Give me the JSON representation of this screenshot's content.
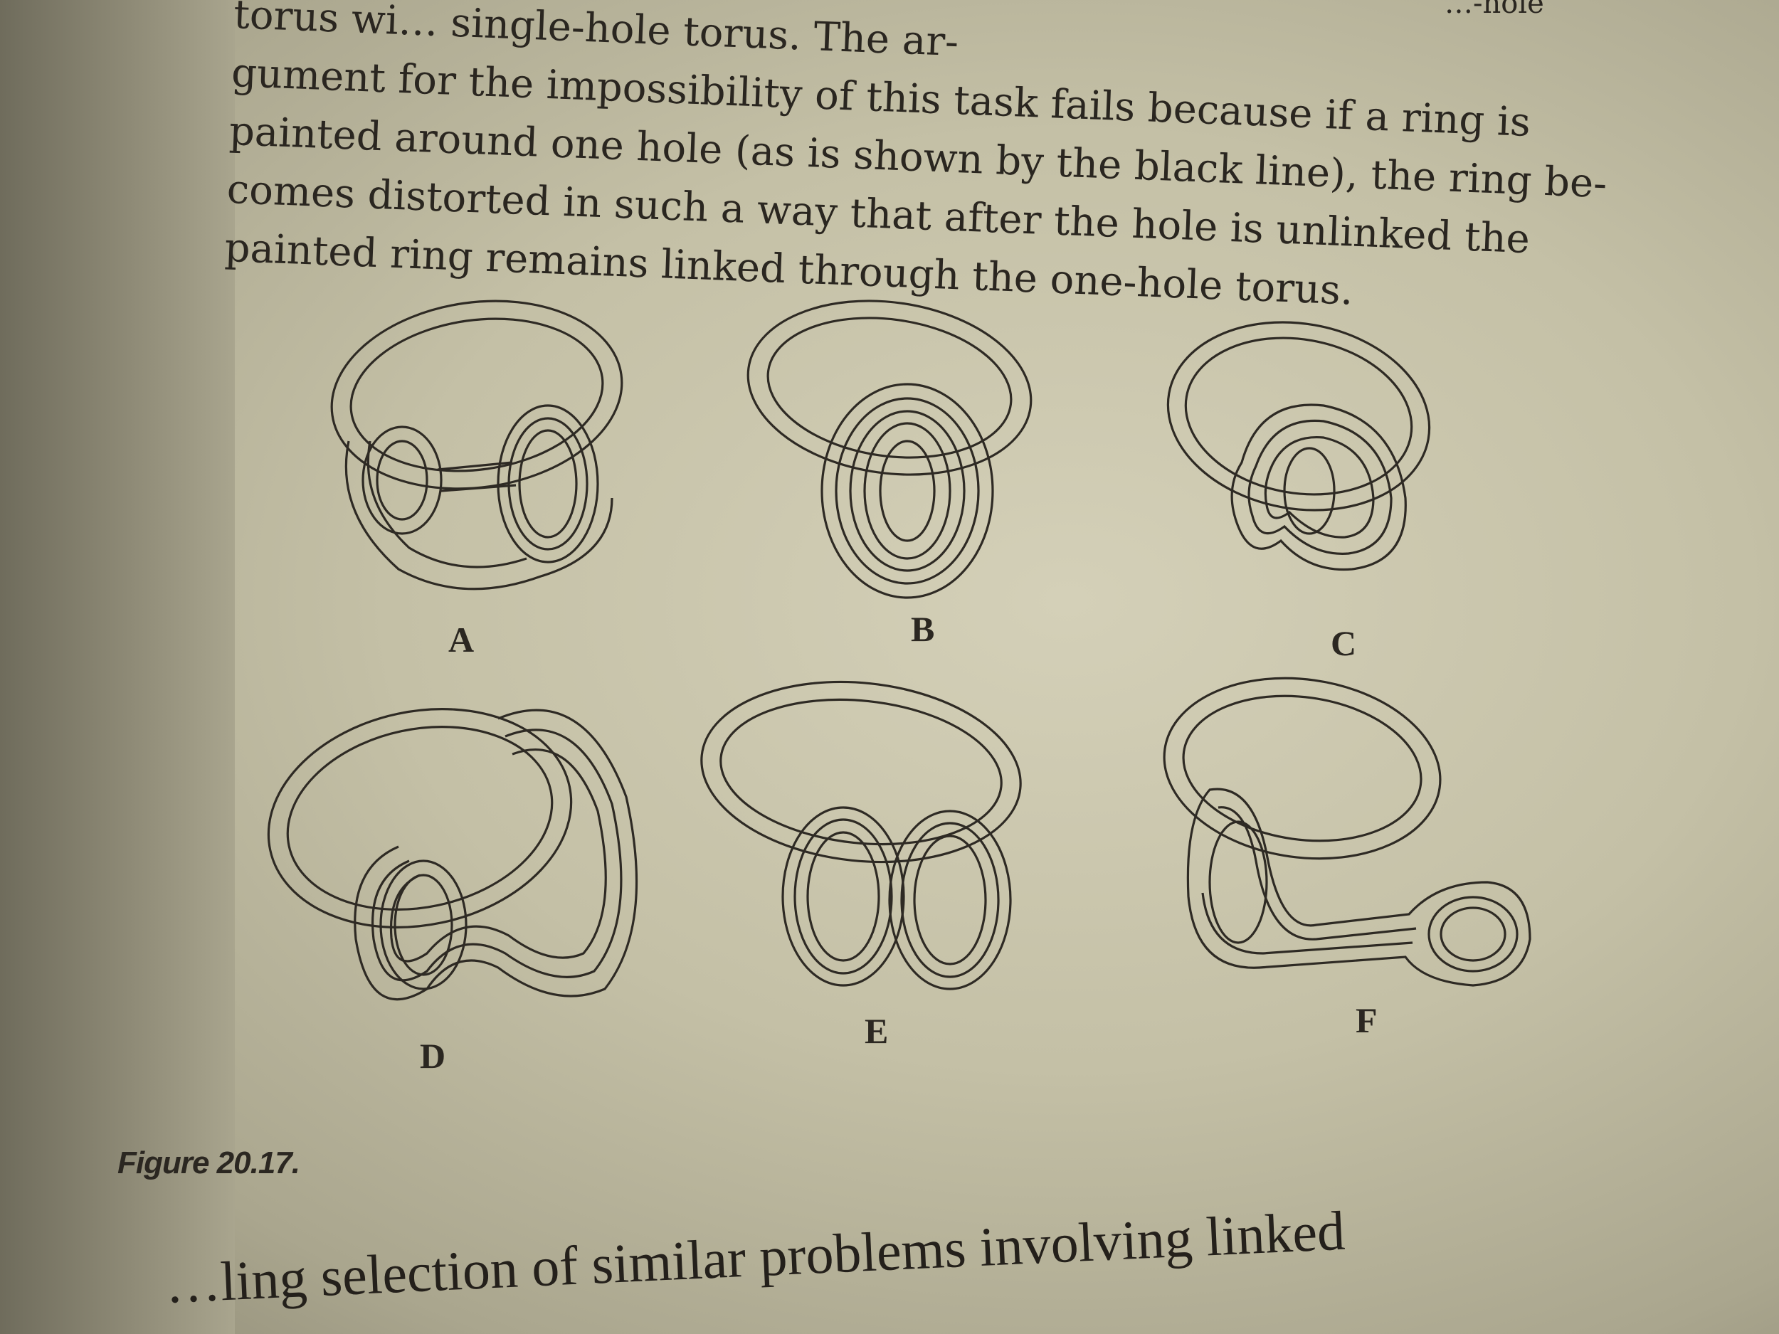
{
  "text": {
    "lines": [
      "torus wi… single-hole torus. The ar-",
      "gument for the impossibility of this task fails because if a ring is",
      "painted around one hole (as is shown by the black line), the ring be-",
      "comes distorted in such a way that after the hole is unlinked the",
      "painted ring remains linked through the one-hole torus."
    ],
    "corner_fragment": "…-hole"
  },
  "figures": [
    {
      "label": "A"
    },
    {
      "label": "B"
    },
    {
      "label": "C"
    },
    {
      "label": "D"
    },
    {
      "label": "E"
    },
    {
      "label": "F"
    }
  ],
  "caption": "Figure 20.17.",
  "bottom_text": "…ling selection of similar problems involving linked"
}
